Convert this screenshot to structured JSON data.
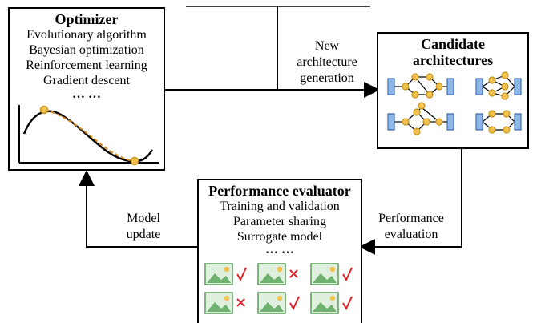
{
  "optimizer": {
    "title": "Optimizer",
    "methods": [
      "Evolutionary algorithm",
      "Bayesian optimization",
      "Reinforcement learning",
      "Gradient descent",
      "… …"
    ]
  },
  "candidates": {
    "title_line1": "Candidate",
    "title_line2": "architectures"
  },
  "evaluator": {
    "title": "Performance evaluator",
    "methods": [
      "Training and validation",
      "Parameter sharing",
      "Surrogate model",
      "… …"
    ],
    "results": [
      [
        "check",
        "cross",
        "check"
      ],
      [
        "cross",
        "check",
        "check"
      ]
    ]
  },
  "edges": {
    "new_arch_1": "New",
    "new_arch_2": "architecture",
    "new_arch_3": "generation",
    "perf_eval_1": "Performance",
    "perf_eval_2": "evaluation",
    "model_update_1": "Model",
    "model_update_2": "update"
  },
  "colors": {
    "node_fill": "#f2c14e",
    "node_stroke": "#c8961a",
    "io_fill": "#8fb8e8",
    "io_stroke": "#3d6fb5",
    "check": "#e0222a",
    "cross": "#e0222a",
    "curve_dashed": "#d98a1f"
  }
}
